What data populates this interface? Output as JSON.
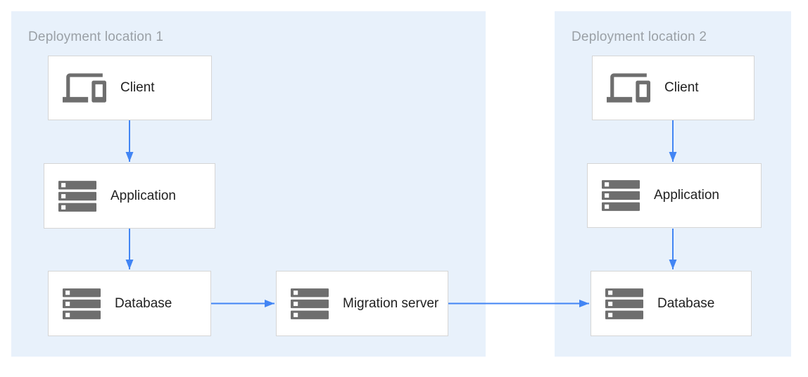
{
  "diagram": {
    "type": "architecture-diagram",
    "regions": [
      {
        "label": "Deployment location 1",
        "nodes": [
          {
            "id": "client-1",
            "label": "Client",
            "icon": "devices-icon"
          },
          {
            "id": "application-1",
            "label": "Application",
            "icon": "server-stack-icon"
          },
          {
            "id": "database-1",
            "label": "Database",
            "icon": "server-stack-icon"
          },
          {
            "id": "migration-server",
            "label": "Migration server",
            "icon": "server-stack-icon"
          }
        ]
      },
      {
        "label": "Deployment location 2",
        "nodes": [
          {
            "id": "client-2",
            "label": "Client",
            "icon": "devices-icon"
          },
          {
            "id": "application-2",
            "label": "Application",
            "icon": "server-stack-icon"
          },
          {
            "id": "database-2",
            "label": "Database",
            "icon": "server-stack-icon"
          }
        ]
      }
    ],
    "connections": [
      {
        "from": "client-1",
        "to": "application-1"
      },
      {
        "from": "application-1",
        "to": "database-1"
      },
      {
        "from": "database-1",
        "to": "migration-server"
      },
      {
        "from": "migration-server",
        "to": "database-2"
      },
      {
        "from": "client-2",
        "to": "application-2"
      },
      {
        "from": "application-2",
        "to": "database-2"
      }
    ]
  },
  "colors": {
    "accent": "#4285F4",
    "region_bg": "#E8F1FB",
    "node_bg": "#FFFFFF",
    "node_border": "#D5D5D5",
    "icon_gray": "#6E6E6E",
    "node_text": "#212121",
    "region_label": "#9AA0A6",
    "page_bg": "#FFFFFF"
  }
}
